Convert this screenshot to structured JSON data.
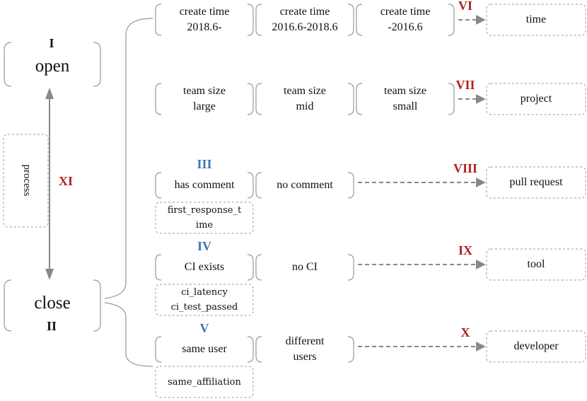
{
  "left": {
    "open": {
      "numeral": "I",
      "label": "open"
    },
    "close": {
      "label": "close",
      "numeral": "II"
    },
    "process": {
      "label": "process",
      "numeral": "XI"
    }
  },
  "rows": [
    {
      "numeral": "VI",
      "cells": [
        "create time\n2018.6-",
        "create time\n2016.6-2018.6",
        "create time\n-2016.6"
      ],
      "target": "time"
    },
    {
      "numeral": "VII",
      "cells": [
        "team size\nlarge",
        "team size\nmid",
        "team size\nsmall"
      ],
      "target": "project"
    },
    {
      "numeral": "VIII",
      "factor_numeral": "III",
      "cells": [
        "has comment",
        "no comment"
      ],
      "metric": "first_response_t\nime",
      "target": "pull request"
    },
    {
      "numeral": "IX",
      "factor_numeral": "IV",
      "cells": [
        "CI exists",
        "no CI"
      ],
      "metric": "ci_latency\nci_test_passed",
      "target": "tool"
    },
    {
      "numeral": "X",
      "factor_numeral": "V",
      "cells": [
        "same user",
        "different\nusers"
      ],
      "metric": "same_affiliation",
      "target": "developer"
    }
  ],
  "colors": {
    "red": "#b51c1c",
    "blue": "#3a78b0",
    "gray": "#888888",
    "bracket": "#999999"
  }
}
